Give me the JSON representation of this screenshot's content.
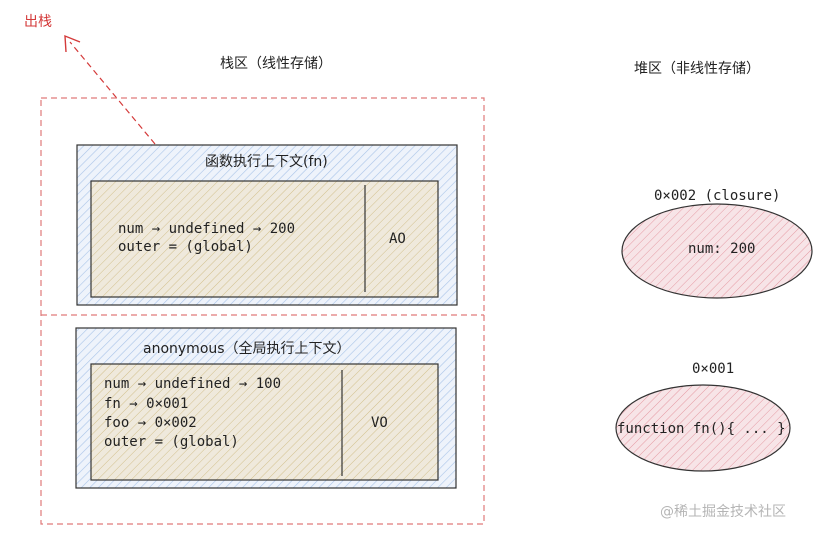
{
  "pop_label": "出栈",
  "stack": {
    "title": "栈区（线性存储）",
    "fn_context": {
      "title": "函数执行上下文(fn)",
      "lines": [
        "num → undefined → 200",
        "outer = (global)"
      ],
      "tag": "AO"
    },
    "global_context": {
      "title": "anonymous（全局执行上下文）",
      "lines": [
        "num → undefined → 100",
        "fn → 0×001",
        "foo → 0×002",
        "outer = (global)"
      ],
      "tag": "VO"
    }
  },
  "heap": {
    "title": "堆区（非线性存储）",
    "closure": {
      "address": "0×002 (closure)",
      "content": "num: 200"
    },
    "function": {
      "address": "0×001",
      "content": "function fn(){ ... }"
    }
  },
  "watermark": "@稀土掘金技术社区",
  "colors": {
    "dash_red": "#e07a7a",
    "context_hatch": "#a9c4e8",
    "frame_fill": "#efe9dc",
    "frame_hatch": "#d2c08c",
    "heap_fill": "#f7e4e7",
    "heap_hatch": "#e59aa3",
    "pop_red": "#d43a3a"
  }
}
